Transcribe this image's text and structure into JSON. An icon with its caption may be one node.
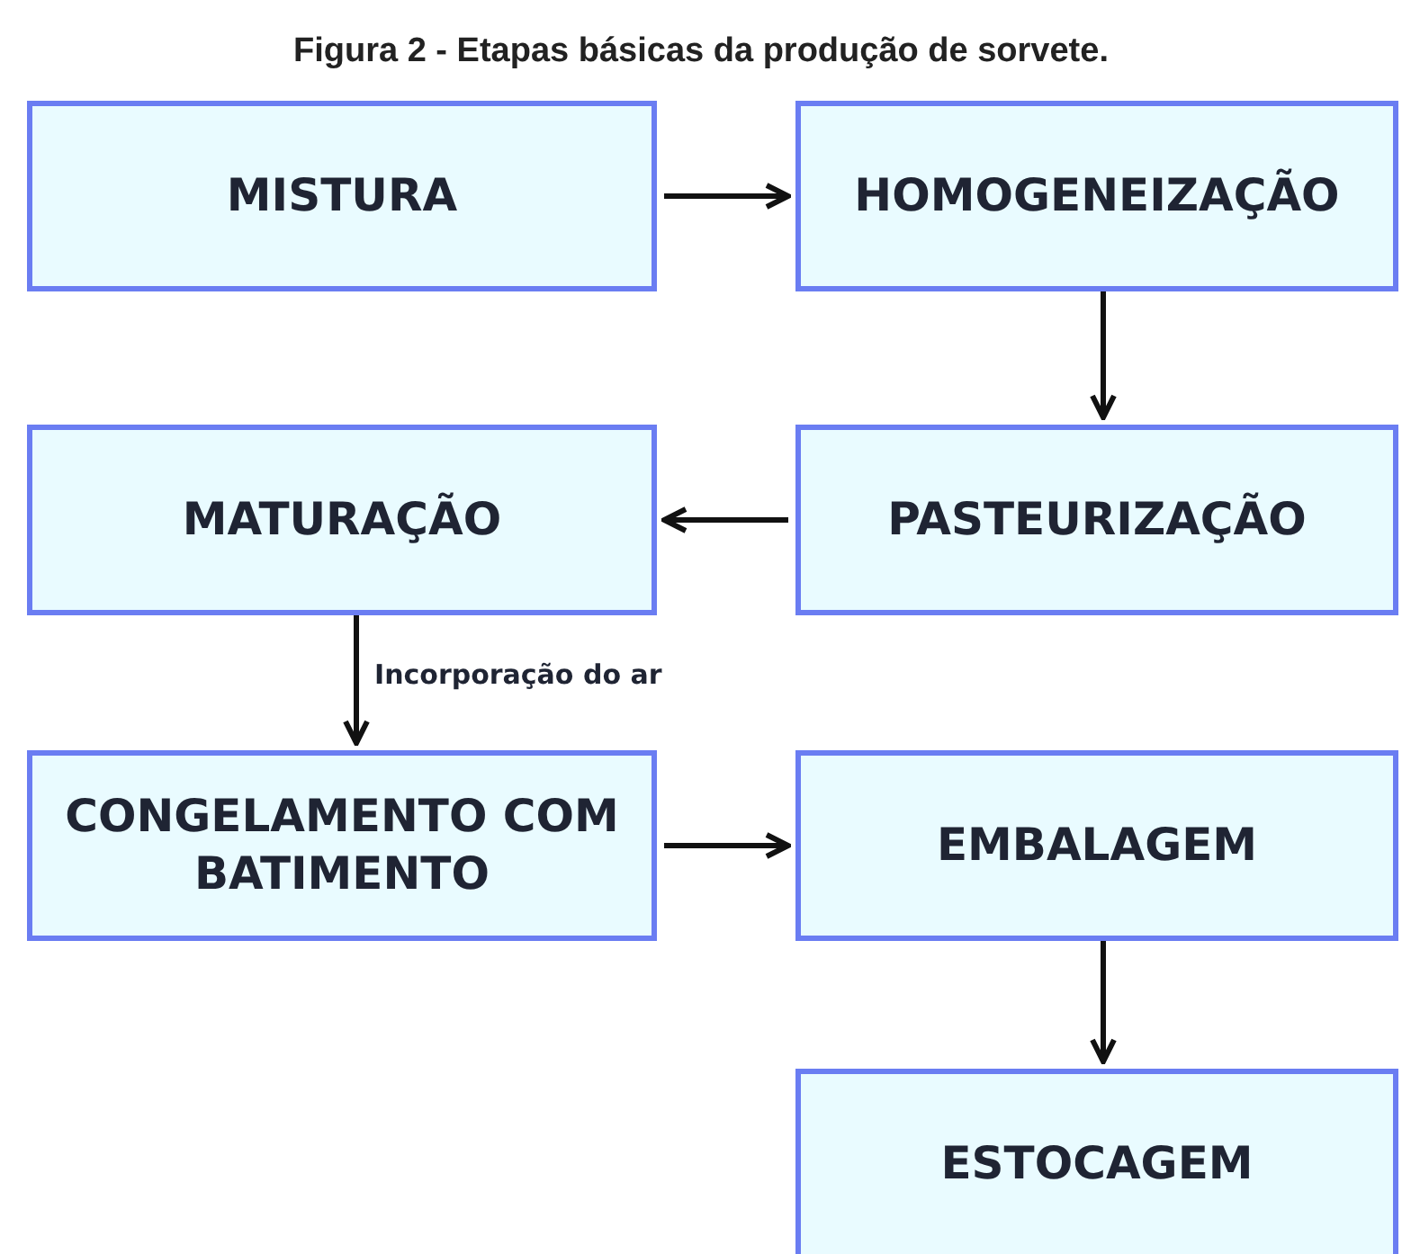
{
  "diagram": {
    "title": "Figura 2 - Etapas básicas da produção de sorvete.",
    "nodes": [
      {
        "text": [
          "MISTURA"
        ]
      },
      {
        "text": [
          "HOMOGENEIZAÇÃO"
        ]
      },
      {
        "text": [
          "PASTEURIZAÇÃO"
        ]
      },
      {
        "text": [
          "MATURAÇÃO"
        ]
      },
      {
        "text": [
          "CONGELAMENTO COM BATIMENTO"
        ]
      },
      {
        "text": [
          "EMBALAGEM"
        ]
      },
      {
        "text": [
          "ESTOCAGEM"
        ]
      }
    ],
    "edges": [
      {
        "from": 0,
        "to": 1,
        "arrow": "to"
      },
      {
        "from": 1,
        "to": 2,
        "arrow": "to"
      },
      {
        "from": 2,
        "to": 3,
        "arrow": "to"
      },
      {
        "from": 3,
        "to": 4,
        "arrow": "to",
        "label": "Incorporação do ar"
      },
      {
        "from": 4,
        "to": 5,
        "arrow": "to"
      },
      {
        "from": 5,
        "to": 6,
        "arrow": "to"
      }
    ]
  }
}
